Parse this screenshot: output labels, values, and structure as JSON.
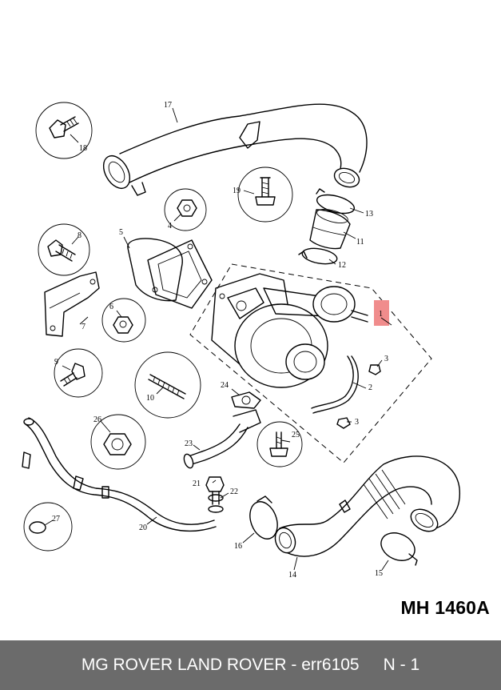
{
  "callouts": [
    {
      "id": "c1",
      "text": "1"
    },
    {
      "id": "c2",
      "text": "2"
    },
    {
      "id": "c3a",
      "text": "3"
    },
    {
      "id": "c3b",
      "text": "3"
    },
    {
      "id": "c4",
      "text": "4"
    },
    {
      "id": "c5",
      "text": "5"
    },
    {
      "id": "c6",
      "text": "6"
    },
    {
      "id": "c7",
      "text": "7"
    },
    {
      "id": "c8",
      "text": "8"
    },
    {
      "id": "c9",
      "text": "9"
    },
    {
      "id": "c10",
      "text": "10"
    },
    {
      "id": "c11",
      "text": "11"
    },
    {
      "id": "c12",
      "text": "12"
    },
    {
      "id": "c13",
      "text": "13"
    },
    {
      "id": "c14",
      "text": "14"
    },
    {
      "id": "c15",
      "text": "15"
    },
    {
      "id": "c16",
      "text": "16"
    },
    {
      "id": "c17",
      "text": "17"
    },
    {
      "id": "c18",
      "text": "18"
    },
    {
      "id": "c19",
      "text": "19"
    },
    {
      "id": "c20",
      "text": "20"
    },
    {
      "id": "c21",
      "text": "21"
    },
    {
      "id": "c22",
      "text": "22"
    },
    {
      "id": "c23",
      "text": "23"
    },
    {
      "id": "c24",
      "text": "24"
    },
    {
      "id": "c25",
      "text": "25"
    },
    {
      "id": "c26",
      "text": "26"
    },
    {
      "id": "c27",
      "text": "27"
    }
  ],
  "highlight": {
    "part": "1",
    "color": "#f08c8c"
  },
  "reference_code": "MH 1460A",
  "footer": {
    "brand": "MG ROVER LAND ROVER - err6105",
    "position": "N - 1"
  },
  "colors": {
    "footer_bg": "#6b6b6b",
    "footer_text": "#ffffff",
    "highlight": "#f08c8c"
  }
}
